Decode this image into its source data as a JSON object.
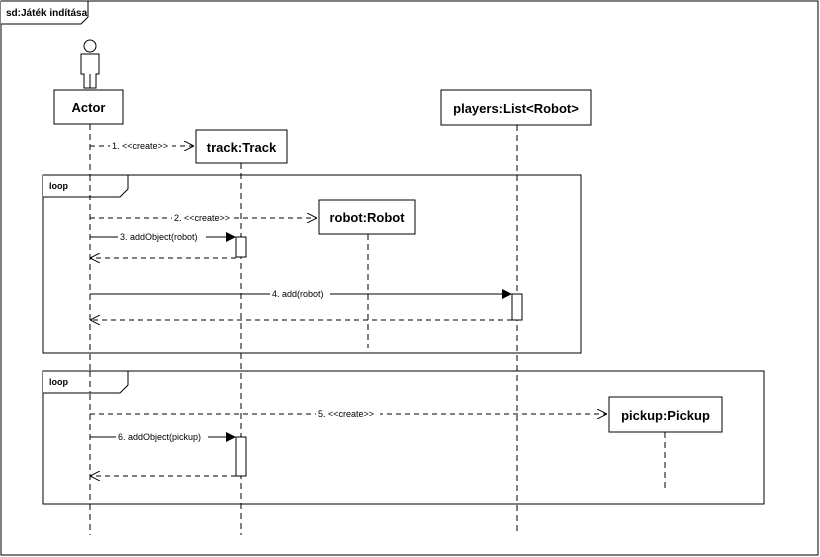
{
  "diagram": {
    "title": "sd:Játék indítása"
  },
  "participants": [
    {
      "id": "actor",
      "label": "Actor",
      "kind": "actor"
    },
    {
      "id": "track",
      "label": "track:Track",
      "kind": "object"
    },
    {
      "id": "players",
      "label": "players:List<Robot>",
      "kind": "object"
    },
    {
      "id": "robot",
      "label": "robot:Robot",
      "kind": "object"
    },
    {
      "id": "pickup",
      "label": "pickup:Pickup",
      "kind": "object"
    }
  ],
  "fragments": [
    {
      "id": "loop1",
      "operator": "loop"
    },
    {
      "id": "loop2",
      "operator": "loop"
    }
  ],
  "messages": [
    {
      "id": "m1",
      "label": "1. <<create>>",
      "style": "create"
    },
    {
      "id": "m2",
      "label": "2. <<create>>",
      "style": "create"
    },
    {
      "id": "m3",
      "label": "3. addObject(robot)",
      "style": "sync"
    },
    {
      "id": "m4",
      "label": "4. add(robot)",
      "style": "sync"
    },
    {
      "id": "m5",
      "label": "5. <<create>>",
      "style": "create"
    },
    {
      "id": "m6",
      "label": "6. addObject(pickup)",
      "style": "sync"
    }
  ],
  "colors": {
    "line": "#000000",
    "background": "#ffffff",
    "actor_fill": "#ffffff"
  }
}
